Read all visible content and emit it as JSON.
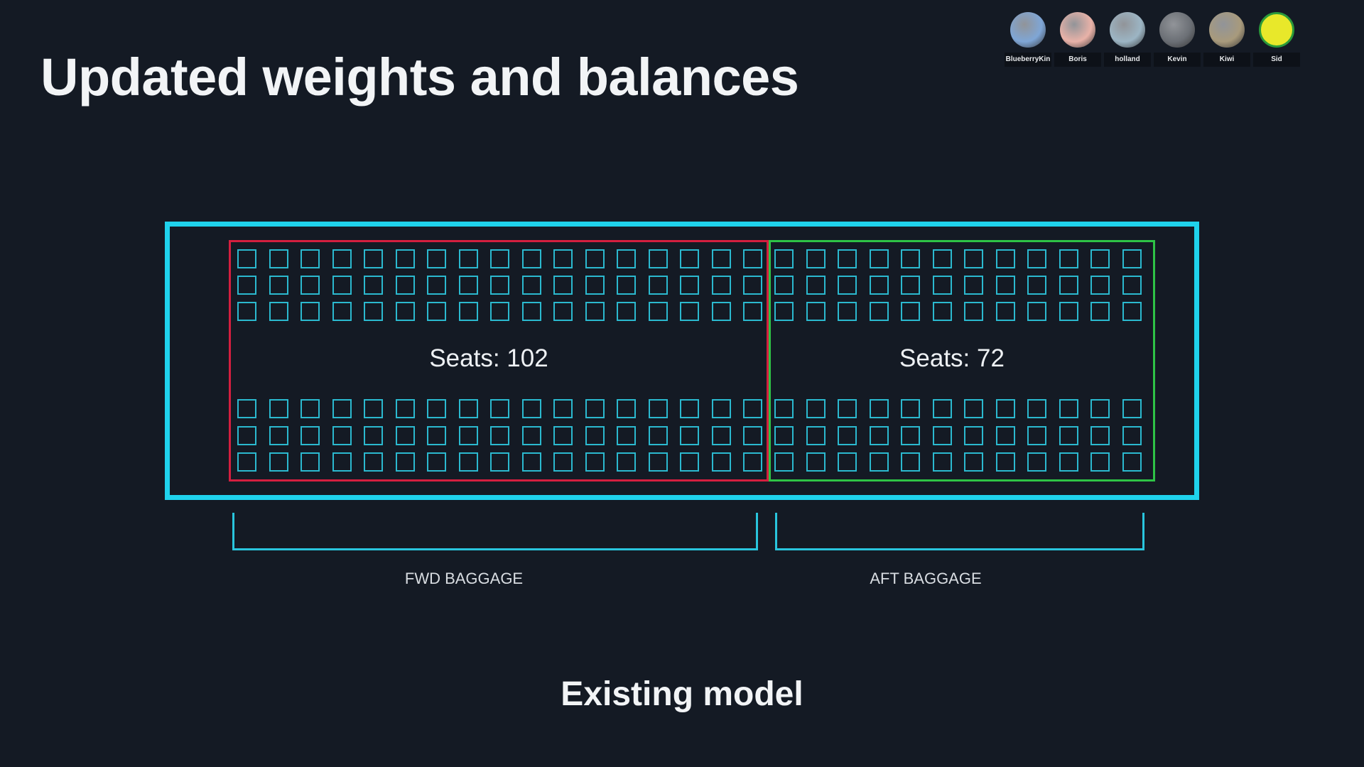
{
  "slide": {
    "title": "Updated weights and balances",
    "subtitle": "Existing model"
  },
  "participants": [
    {
      "name": "BlueberryKin",
      "color": "#7fa6d6"
    },
    {
      "name": "Boris",
      "color": "#e9b2a8"
    },
    {
      "name": "holland",
      "color": "#9cb5c4"
    },
    {
      "name": "Kevin",
      "color": "#6b6f75"
    },
    {
      "name": "Kiwi",
      "color": "#a89a7c"
    },
    {
      "name": "Sid",
      "color": "#e8e82a"
    }
  ],
  "cabin": {
    "forward": {
      "seats_label": "Seats: 102",
      "seat_count": 102,
      "columns": 17,
      "rows_per_side": 3,
      "color": "#d41f3f"
    },
    "aft": {
      "seats_label": "Seats: 72",
      "seat_count": 72,
      "columns": 12,
      "rows_per_side": 3,
      "color": "#2ec346"
    },
    "fuselage_color": "#1fd2ec",
    "seat_color": "#2bb9cf"
  },
  "baggage": {
    "forward_label": "FWD BAGGAGE",
    "aft_label": "AFT BAGGAGE"
  }
}
